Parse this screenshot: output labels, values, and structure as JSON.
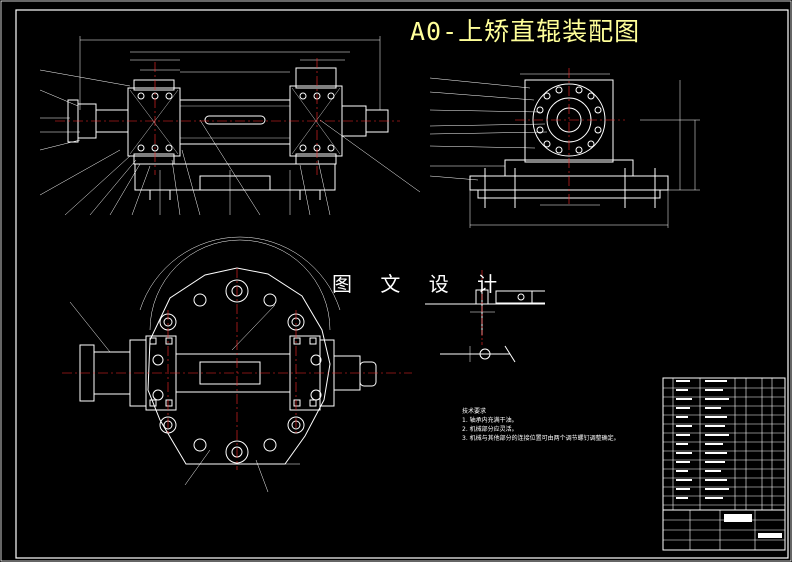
{
  "drawing": {
    "title": "A0-上矫直辊装配图",
    "watermark": "图 文 设 计",
    "notes_heading": "技术要求",
    "notes": [
      "1. 轴承内充满干油。",
      "2. 机械部分应灵活。",
      "3. 机械与其他部分的连接位置可由两个调节螺钉调整确定。"
    ]
  },
  "colors": {
    "background": "#000000",
    "outline": "#ffffff",
    "center_line": "#ff2a2a",
    "dimension": "#ffffff",
    "title": "#ffff99"
  }
}
